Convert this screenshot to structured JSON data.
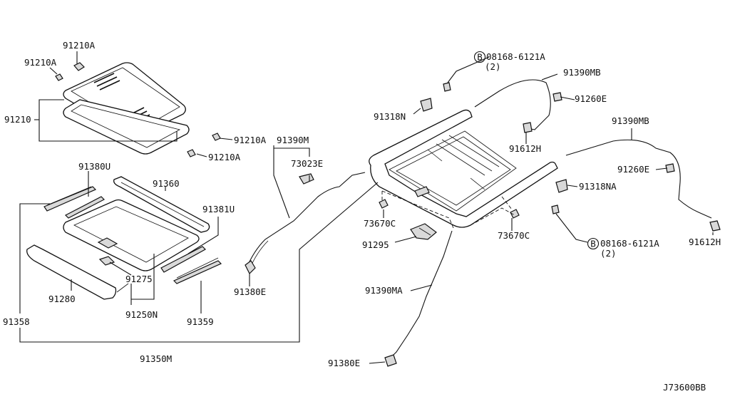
{
  "diagram_id": "J73600BB",
  "labels": {
    "p91210A_top": "91210A",
    "p91210A_left": "91210A",
    "p91210": "91210",
    "p91210A_r1": "91210A",
    "p91210A_r2": "91210A",
    "p91390M": "91390M",
    "p73023E": "73023E",
    "p91380U": "91380U",
    "p91360": "91360",
    "p91381U": "91381U",
    "p91358": "91358",
    "p91280": "91280",
    "p91275": "91275",
    "p91250N": "91250N",
    "p91359": "91359",
    "p91350M": "91350M",
    "p91380E_left": "91380E",
    "p91318N": "91318N",
    "bolt_top_code": "08168-6121A",
    "bolt_top_qty": "(2)",
    "p91390MB_top": "91390MB",
    "p91260E_top": "91260E",
    "p91612H_top": "91612H",
    "p91390MB_right": "91390MB",
    "p91260E_right": "91260E",
    "p91318NA": "91318NA",
    "bolt_bottom_code": "08168-6121A",
    "bolt_bottom_qty": "(2)",
    "p91612H_right": "91612H",
    "p73670C_left": "73670C",
    "p73670C_right": "73670C",
    "p91295": "91295",
    "p91390MA": "91390MA",
    "p91380E_bottom": "91380E",
    "bolt_symbol": "B"
  }
}
